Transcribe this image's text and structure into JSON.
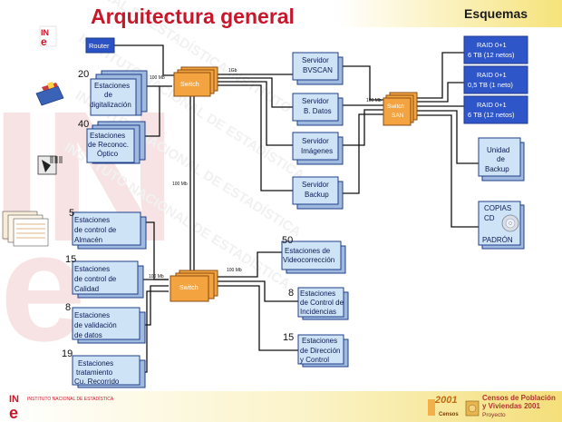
{
  "title": "Arquitectura general",
  "corner_label": "Esquemas",
  "footer": {
    "institute": "INSTITUTO NACIONAL DE ESTADÍSTICA",
    "censos_line1": "Censos de Población",
    "censos_line2": "y Viviendas 2001",
    "censos_line3": "Proyecto",
    "logo_year": "2001",
    "logo_word": "Censos"
  },
  "router": "Router",
  "switch_top": "Switch",
  "switch_bottom": "Switch",
  "switch_san": [
    "Switch",
    "SAN"
  ],
  "speeds": {
    "top_in": "100 Mb",
    "top_out": "1Gb",
    "san_in": "100 Mb",
    "vertical": "100 Mb",
    "bottom_in": "100 Mb",
    "bottom_out": "100 Mb"
  },
  "counts": {
    "digit": "20",
    "ocr": "40",
    "almacen": "5",
    "calidad": "15",
    "validacion": "8",
    "recorrido": "19",
    "video": "50",
    "incidencias": "8",
    "direccion": "15"
  },
  "stations": {
    "digit": [
      "Estaciones",
      "de",
      "digitalización"
    ],
    "ocr": [
      "Estaciones",
      "de Reconoc.",
      "Óptico"
    ],
    "almacen": [
      "Estaciones",
      "de control de",
      "Almacén"
    ],
    "calidad": [
      "Estaciones",
      "de control de",
      "Calidad"
    ],
    "validacion": [
      "Estaciones",
      "de validación",
      "de datos"
    ],
    "recorrido": [
      "Estaciones",
      "tratamiento",
      "Cu. Recorrido"
    ],
    "video": [
      "Estaciones de",
      "Videocorrección"
    ],
    "incidencias": [
      "Estaciones",
      "de Control de",
      "Incidencias"
    ],
    "direccion": [
      "Estaciones",
      "de Dirección",
      "y Control"
    ]
  },
  "servers": {
    "bvscan": [
      "Servidor",
      "BVSCAN"
    ],
    "bdatos": [
      "Servidor",
      "B. Datos"
    ],
    "imagenes": [
      "Servidor",
      "Imágenes"
    ],
    "backup": [
      "Servidor",
      "Backup"
    ]
  },
  "raid": [
    [
      "RAID  0+1",
      "6 TB (12 netos)"
    ],
    [
      "RAID  0+1",
      "0,5 TB (1 neto)"
    ],
    [
      "RAID  0+1",
      "6 TB (12 netos)"
    ]
  ],
  "backup_unit": [
    "Unidad",
    "de",
    "Backup"
  ],
  "copias": [
    "COPIAS",
    "CD",
    "PADRÓN"
  ],
  "logo_letters": {
    "in": "IN",
    "e": "e"
  }
}
